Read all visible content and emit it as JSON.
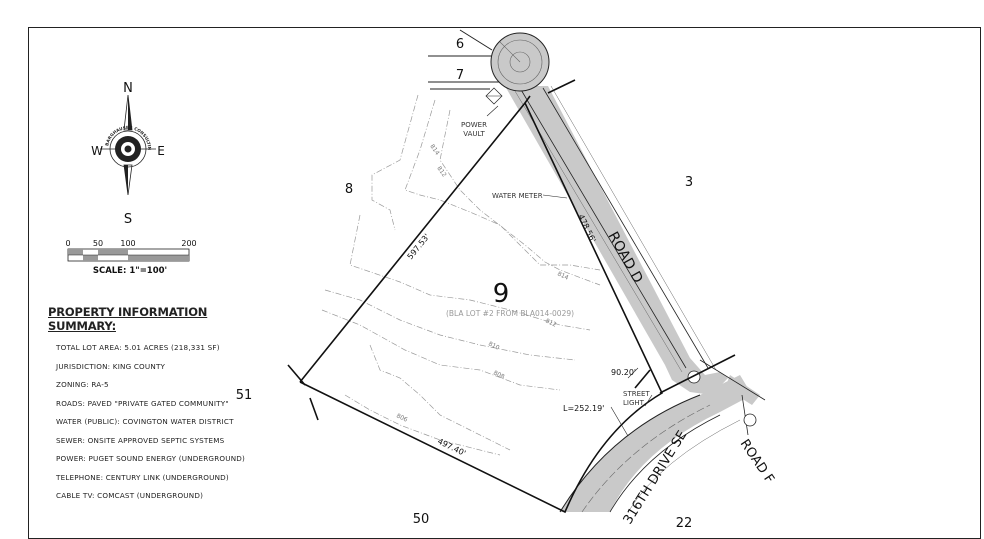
{
  "compass": {
    "north": "N",
    "south": "S",
    "east": "E",
    "west": "W",
    "logo_text": "BARGHAUSEN CONSULTING ENGINEERS, INC."
  },
  "scale": {
    "ticks": [
      "0",
      "50",
      "100",
      "200"
    ],
    "label": "SCALE: 1\"=100'"
  },
  "summary": {
    "title": "PROPERTY INFORMATION SUMMARY:",
    "rows": [
      "TOTAL LOT AREA:  5.01 ACRES (218,331 SF)",
      "JURISDICTION:  KING COUNTY",
      "ZONING:  RA-5",
      "ROADS:  PAVED \"PRIVATE GATED COMMUNITY\"",
      "WATER (PUBLIC):  COVINGTON WATER DISTRICT",
      "SEWER:  ONSITE APPROVED SEPTIC SYSTEMS",
      "POWER:  PUGET SOUND ENERGY (UNDERGROUND)",
      "TELEPHONE:  CENTURY LINK (UNDERGROUND)",
      "CABLE TV:  COMCAST (UNDERGROUND)"
    ]
  },
  "lots": {
    "lot_main": "9",
    "lot_main_note": "(BLA LOT #2 FROM BLA014-0029)",
    "lot_3": "3",
    "lot_6": "6",
    "lot_7": "7",
    "lot_8": "8",
    "lot_50": "50",
    "lot_51": "51",
    "lot_22": "22"
  },
  "roads": {
    "road_d": "ROAD D",
    "road_f": "ROAD F",
    "drive_316": "316TH DRIVE SE"
  },
  "annotations": {
    "power_vault": [
      "POWER",
      "VAULT"
    ],
    "water_meter": "WATER METER",
    "street_light": [
      "STREET",
      "LIGHT"
    ],
    "dim_west": "597.53'",
    "dim_east": "478.56'",
    "dim_south": "497.40'",
    "dim_corner": "90.20'",
    "dim_arc": "L=252.19'"
  },
  "contours": [
    "814",
    "812",
    "814",
    "812",
    "810",
    "808",
    "806"
  ]
}
